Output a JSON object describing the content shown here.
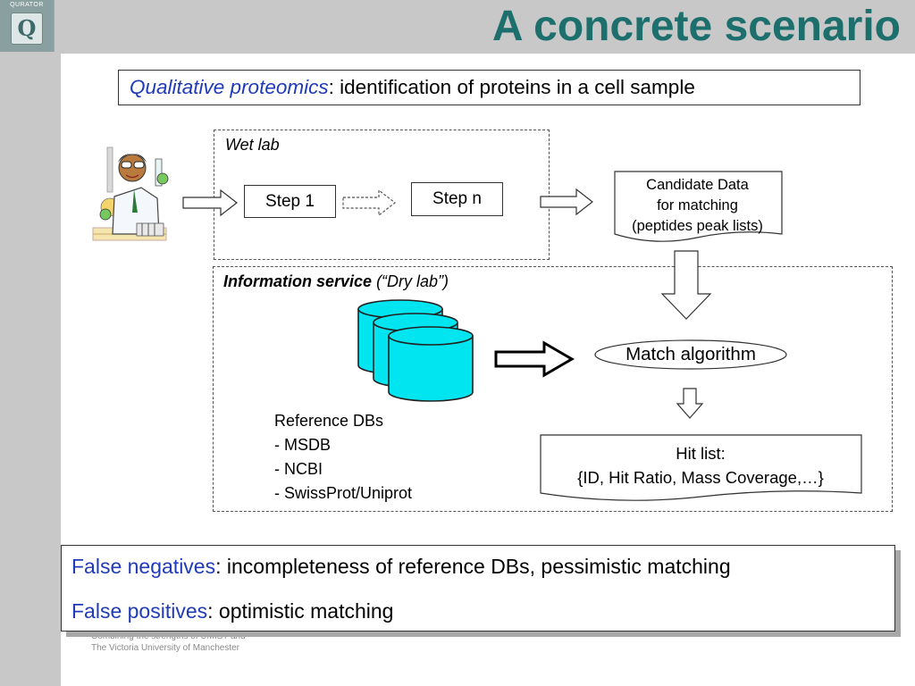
{
  "header": {
    "title": "A concrete scenario",
    "logo_text": "QURATOR",
    "logo_letter": "Q"
  },
  "subtitle": {
    "term": "Qualitative proteomics",
    "rest": ": identification of proteins in a cell sample"
  },
  "wet_lab": {
    "label": "Wet lab",
    "step1": "Step 1",
    "stepn": "Step n"
  },
  "candidate": {
    "line1": "Candidate Data",
    "line2": "for matching",
    "line3": "(peptides peak lists)"
  },
  "info_service": {
    "label_bold": "Information service",
    "label_rest": " (“Dry lab”)"
  },
  "match": {
    "label": "Match algorithm"
  },
  "reference_dbs": {
    "title": "Reference DBs",
    "items": [
      "- MSDB",
      "- NCBI",
      "- SwissProt/Uniprot"
    ]
  },
  "hit_list": {
    "line1": "Hit list:",
    "line2": "{ID, Hit Ratio, Mass Coverage,…}"
  },
  "notes": {
    "fn_term": "False negatives",
    "fn_rest": ": incompleteness of reference DBs, pessimistic matching",
    "fp_term": "False positives",
    "fp_rest": ": optimistic matching"
  },
  "footer": {
    "line1": "Combining the strengths of UMIST and",
    "line2": "The Victoria University of Manchester"
  },
  "colors": {
    "title": "#1c6f6c",
    "accent_blue": "#1f3bb8",
    "database": "#00e5f0",
    "sidebar": "#c8c8c8"
  }
}
